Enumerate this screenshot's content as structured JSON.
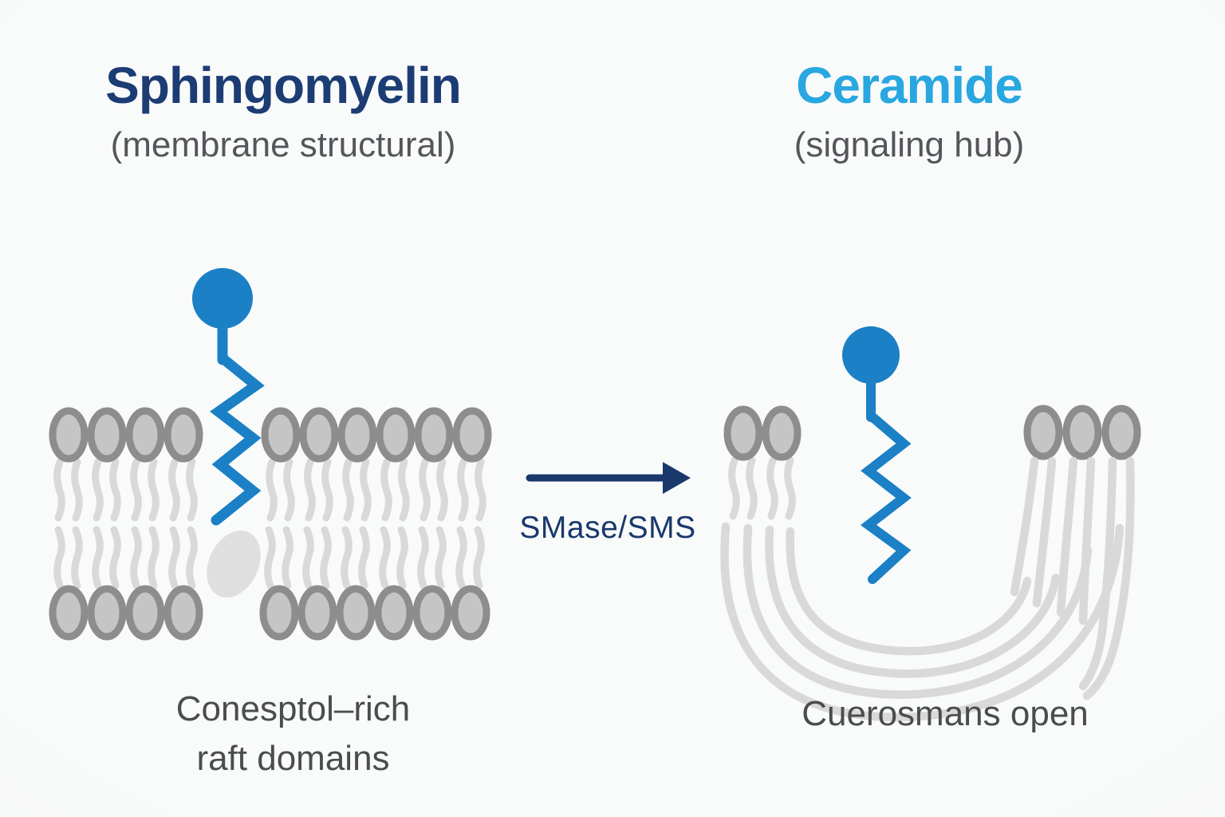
{
  "diagram": {
    "left": {
      "title": "Sphingomyelin",
      "subtitle": "(membrane structural)",
      "caption_line1": "Conesptol–rich",
      "caption_line2": "raft domains"
    },
    "reaction": {
      "label": "SMase/SMS"
    },
    "right": {
      "title": "Ceramide",
      "subtitle": "(signaling hub)",
      "caption": "Cuerosmans open"
    },
    "colors": {
      "title_navy": "#1c3c74",
      "title_cyan": "#29a7e0",
      "molecule_blue": "#1b80c5",
      "arrow_navy": "#19386c",
      "lipid_head_fill": "#c5c5c5",
      "lipid_head_stroke": "#8d8d8d",
      "lipid_tail": "#d9d9d9",
      "cholesterol_ellipse": "#dfdfdf",
      "subtitle_gray": "#54565a",
      "caption_gray": "#4a4c4e",
      "background": "#f7f8f8"
    }
  }
}
